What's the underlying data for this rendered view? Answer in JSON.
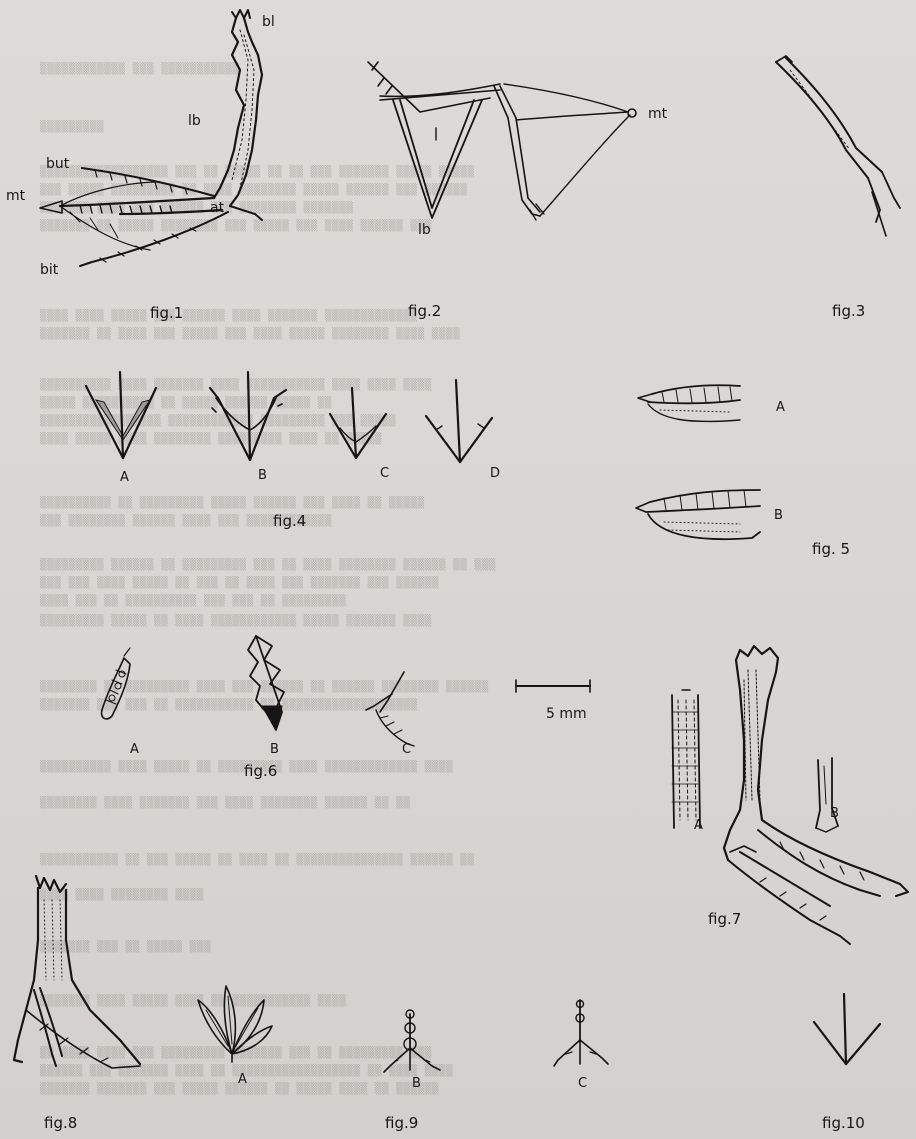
{
  "figures": {
    "fig1": {
      "caption": "fig.1",
      "labels": {
        "bl": "bl",
        "lb": "lb",
        "but": "but",
        "mt": "mt",
        "at": "at",
        "bit": "bit"
      }
    },
    "fig2": {
      "caption": "fig.2",
      "labels": {
        "mt": "mt",
        "lb": "lb"
      }
    },
    "fig3": {
      "caption": "fig.3"
    },
    "fig4": {
      "caption": "fig.4",
      "panels": [
        "A",
        "B",
        "C",
        "D"
      ]
    },
    "fig5": {
      "caption": "fig. 5",
      "panels": [
        "A",
        "B"
      ]
    },
    "fig6": {
      "caption": "fig.6",
      "panels": [
        "A",
        "B",
        "C"
      ]
    },
    "fig7": {
      "caption": "fig.7",
      "panels": [
        "A",
        "B"
      ]
    },
    "fig8": {
      "caption": "fig.8"
    },
    "fig9": {
      "caption": "fig.9",
      "panels": [
        "A",
        "B",
        "C"
      ]
    },
    "fig10": {
      "caption": "fig.10"
    }
  },
  "scale_bar": {
    "label": "5 mm"
  },
  "background_tone": "#dcd9d6",
  "ink_color": "#151515"
}
